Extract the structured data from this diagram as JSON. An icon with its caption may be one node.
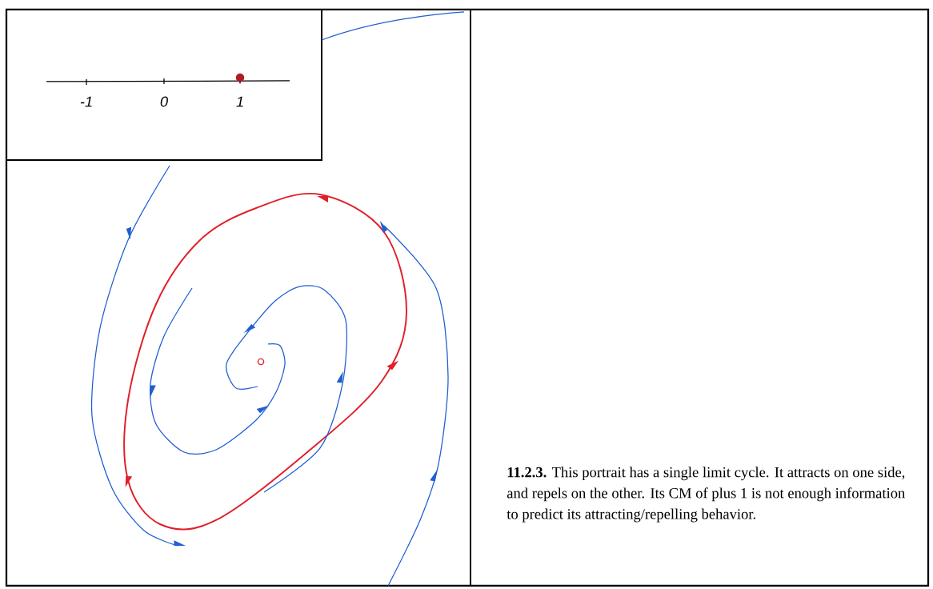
{
  "diagram": {
    "caption": "**11.2.3.** This portrait has a single limit cycle. It attracts on one side, and repels on the other. Its CM of plus 1 is not enough information to predict its attracting/repelling behavior.",
    "labels": [
      "-1",
      "0",
      "1"
    ]
  }
}
